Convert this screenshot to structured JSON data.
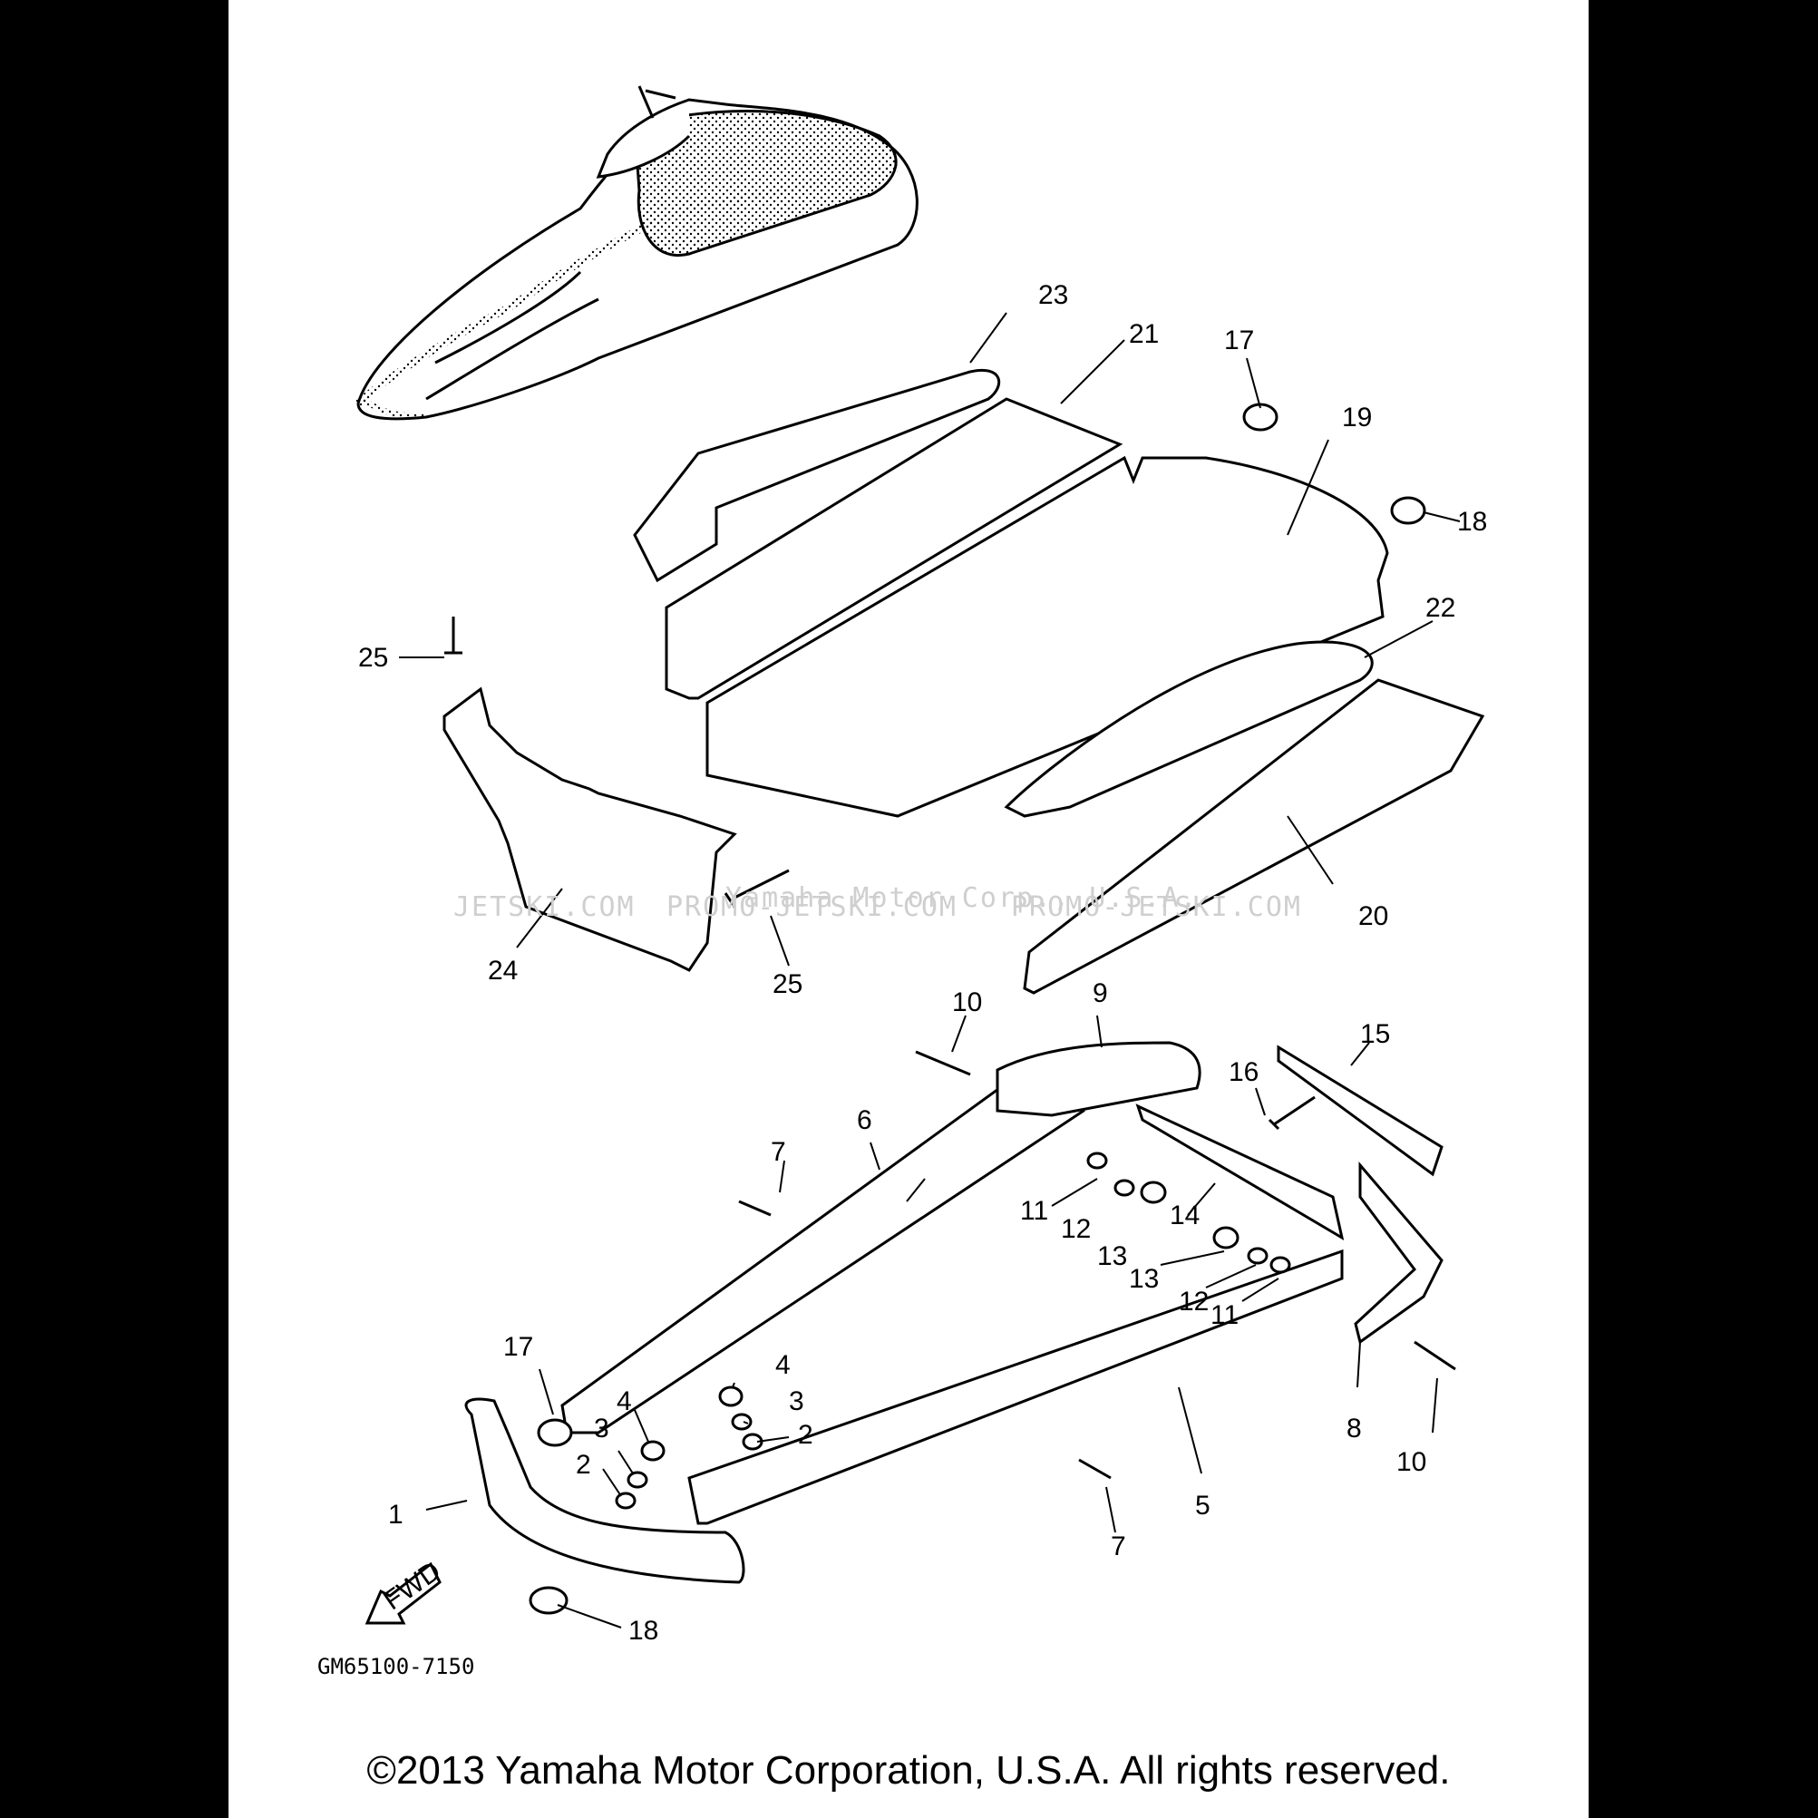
{
  "diagram_code": "GM65100-7150",
  "fwd_label": "FWD",
  "watermark": {
    "text_1": "JETSKI.COM",
    "text_2": "PROMO-JETSKI.COM",
    "text_3": "Yamaha Motor Corp., U.S.A.",
    "text_4": "PROMO-JETSKI.COM"
  },
  "copyright": "©2013 Yamaha Motor Corporation, U.S.A. All rights reserved.",
  "callouts": {
    "c1": "1",
    "c2a": "2",
    "c2b": "2",
    "c3a": "3",
    "c3b": "3",
    "c4a": "4",
    "c4b": "4",
    "c5": "5",
    "c6": "6",
    "c7a": "7",
    "c7b": "7",
    "c8": "8",
    "c9": "9",
    "c10a": "10",
    "c10b": "10",
    "c11a": "11",
    "c11b": "11",
    "c12a": "12",
    "c12b": "12",
    "c13a": "13",
    "c13b": "13",
    "c14": "14",
    "c15": "15",
    "c16": "16",
    "c17a": "17",
    "c17b": "17",
    "c18a": "18",
    "c18b": "18",
    "c19": "19",
    "c20": "20",
    "c21": "21",
    "c22": "22",
    "c23": "23",
    "c24": "24",
    "c25a": "25",
    "c25b": "25"
  }
}
